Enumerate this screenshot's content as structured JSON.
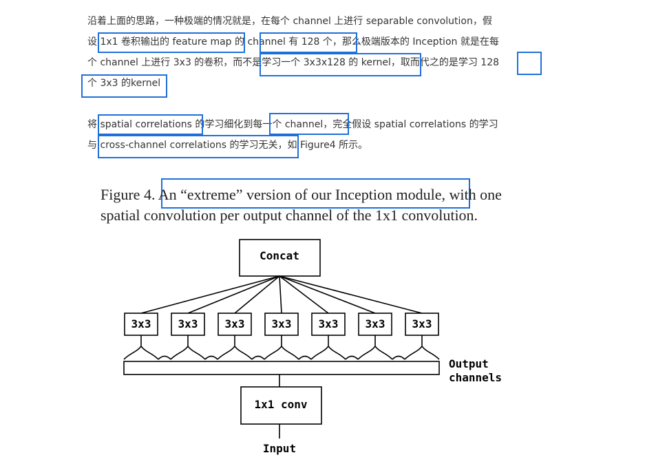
{
  "paragraph1": {
    "line1": "沿着上面的思路，一种极端的情况就是，在每个 channel 上进行 separable convolution，假",
    "line2": "设 1x1 卷积输出的 feature map 的 channel 有 128 个，那么极端版本的 Inception 就是在每",
    "line3": "个 channel 上进行 3x3 的卷积，而不是学习一个 3x3x128 的 kernel，取而代之的是学习 128",
    "line4": "个 3x3 的kernel"
  },
  "paragraph2": {
    "line1": "将 spatial correlations 的学习细化到每一个 channel，完全假设 spatial correlations 的学习",
    "line2": "与 cross-channel correlations 的学习无关，如 Figure4 所示。"
  },
  "figure": {
    "caption_line1": "Figure 4. An “extreme” version of our Inception module, with one",
    "caption_line2": "spatial convolution per output channel of the 1x1 convolution.",
    "concat_label": "Concat",
    "conv3_label": "3x3",
    "conv1_label": "1x1 conv",
    "input_label": "Input",
    "output_label_1": "Output",
    "output_label_2": "channels"
  },
  "colors": {
    "highlight": "#1e6fd9",
    "text": "#333333",
    "diagram": "#000000"
  }
}
